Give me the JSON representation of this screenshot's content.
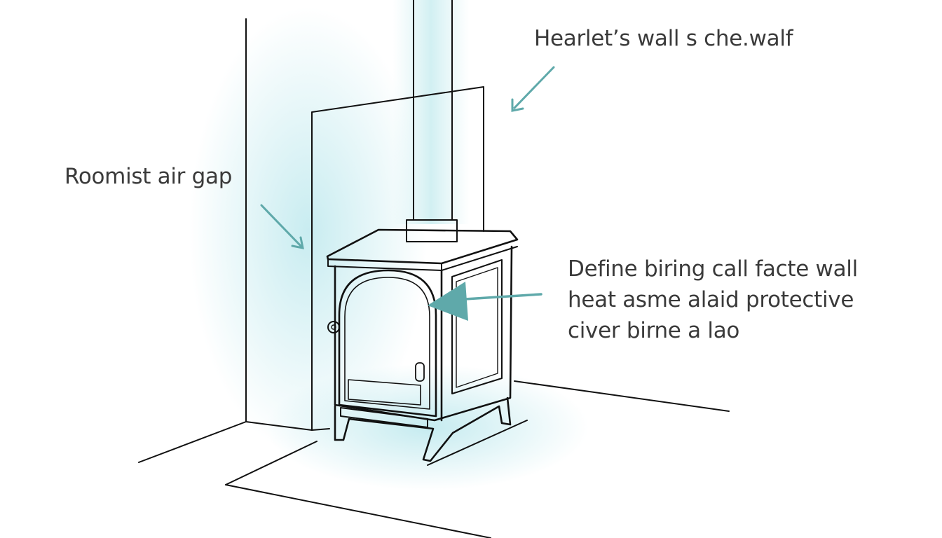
{
  "labels": {
    "top": "Hearlet’s wall s che.walf",
    "left": "Roomist air gap",
    "right_lines": [
      "Define biring call facte wall",
      "heat asme alaid protective",
      "civer birne a lao"
    ]
  },
  "colors": {
    "line": "#111111",
    "arrow": "#5fa9aa",
    "glow": "#bfe9ee",
    "label_text": "#3a3a3a"
  }
}
